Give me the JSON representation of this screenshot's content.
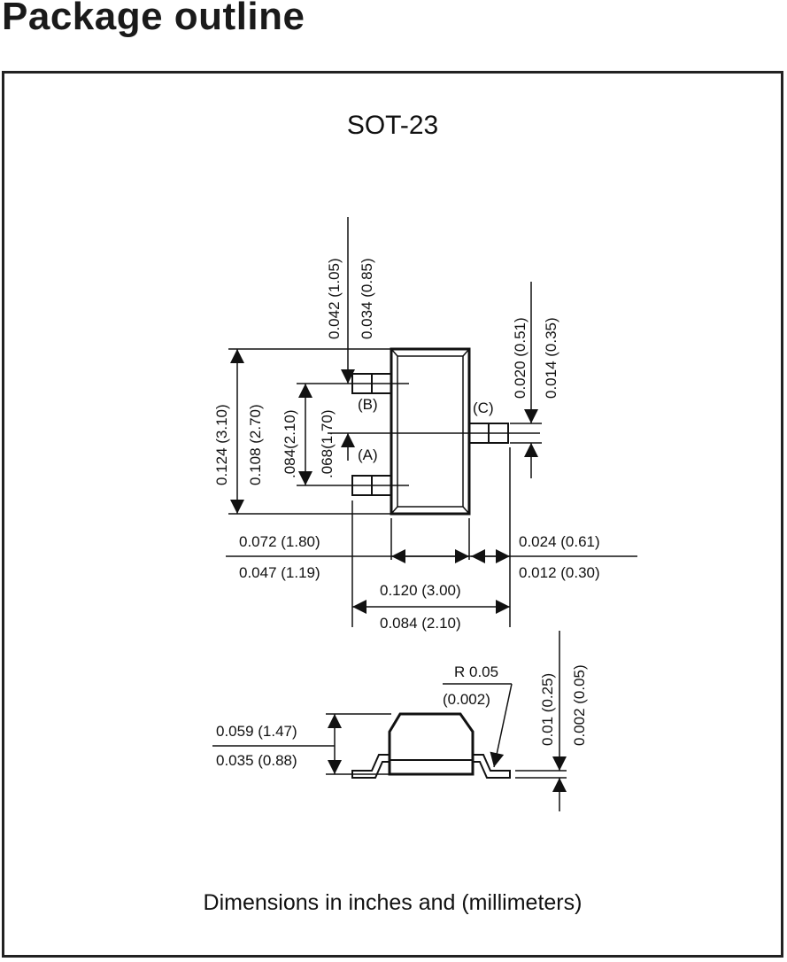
{
  "page_title": "Package outline",
  "package_name": "SOT-23",
  "footer_note": "Dimensions in inches and (millimeters)",
  "dimensions": {
    "height_max": "0.042 (1.05)",
    "height_min": "0.034 (0.85)",
    "lead_width_max": "0.020 (0.51)",
    "lead_width_min": "0.014 (0.35)",
    "overall_length_max": "0.124 (3.10)",
    "overall_length_min": "0.108 (2.70)",
    "pin_pitch_max": ".084(2.10)",
    "pin_pitch_min": ".068(1.70)",
    "body_width_max": "0.072 (1.80)",
    "body_width_min": "0.047 (1.19)",
    "lead_length_max": "0.024 (0.61)",
    "lead_length_min": "0.012 (0.30)",
    "total_width_max": "0.120 (3.00)",
    "total_width_min": "0.084 (2.10)",
    "radius": "R 0.05",
    "radius_inch": "(0.002)",
    "profile_height_max": "0.059 (1.47)",
    "profile_height_min": "0.035 (0.88)",
    "standoff_max": "0.01 (0.25)",
    "standoff_min": "0.002 (0.05)"
  },
  "pins": {
    "a": "(A)",
    "b": "(B)",
    "c": "(C)"
  }
}
